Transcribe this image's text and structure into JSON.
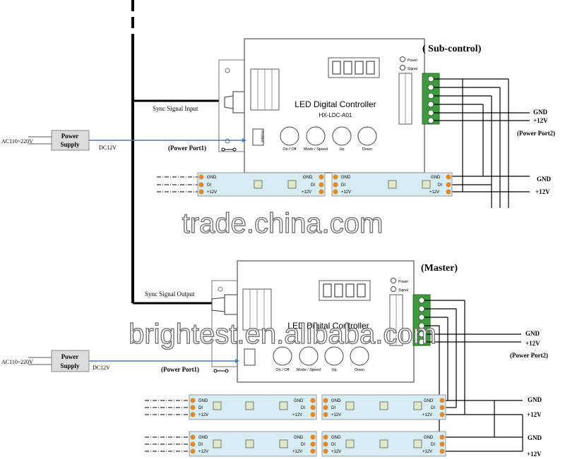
{
  "colors": {
    "wire": "#000000",
    "signal_blue": "#4a7cc0",
    "terminal_green": "#3f9a3f",
    "strip_fill": "#d8ecf4",
    "pad_orange": "#e08a2e",
    "led_green": "#dde9c8",
    "power_box": "#dcdcdc"
  },
  "sub": {
    "title": "( Sub-control)",
    "sync_label": "Sync Signal Input",
    "port1_label": "(Power Port1)",
    "port2_label": "(Power Port2)",
    "gnd": "GND",
    "v12": "+12V"
  },
  "master": {
    "title": "(Master)",
    "sync_label": "Sync Signal Output",
    "port1_label": "(Power Port1)",
    "port2_label": "(Power Port2)",
    "gnd": "GND",
    "v12": "+12V"
  },
  "power_supply": {
    "label_line1": "Power",
    "label_line2": "Supply",
    "ac_label": "AC110~220V",
    "dc_label": "DC12V"
  },
  "controller": {
    "name": "LED Digital Controller",
    "model": "HX-LDC-A01",
    "power_led": "Power",
    "signal_led": "Signal",
    "buttons": [
      "On / Off",
      "Mode / Speed",
      "Up",
      "Down"
    ],
    "power_tag": "POWER"
  },
  "strip": {
    "pin_gnd": "GND",
    "pin_data": "DI",
    "pin_12v": "+12V"
  },
  "watermarks": [
    "trade.china.com",
    "brightest.en.alibaba.com"
  ]
}
